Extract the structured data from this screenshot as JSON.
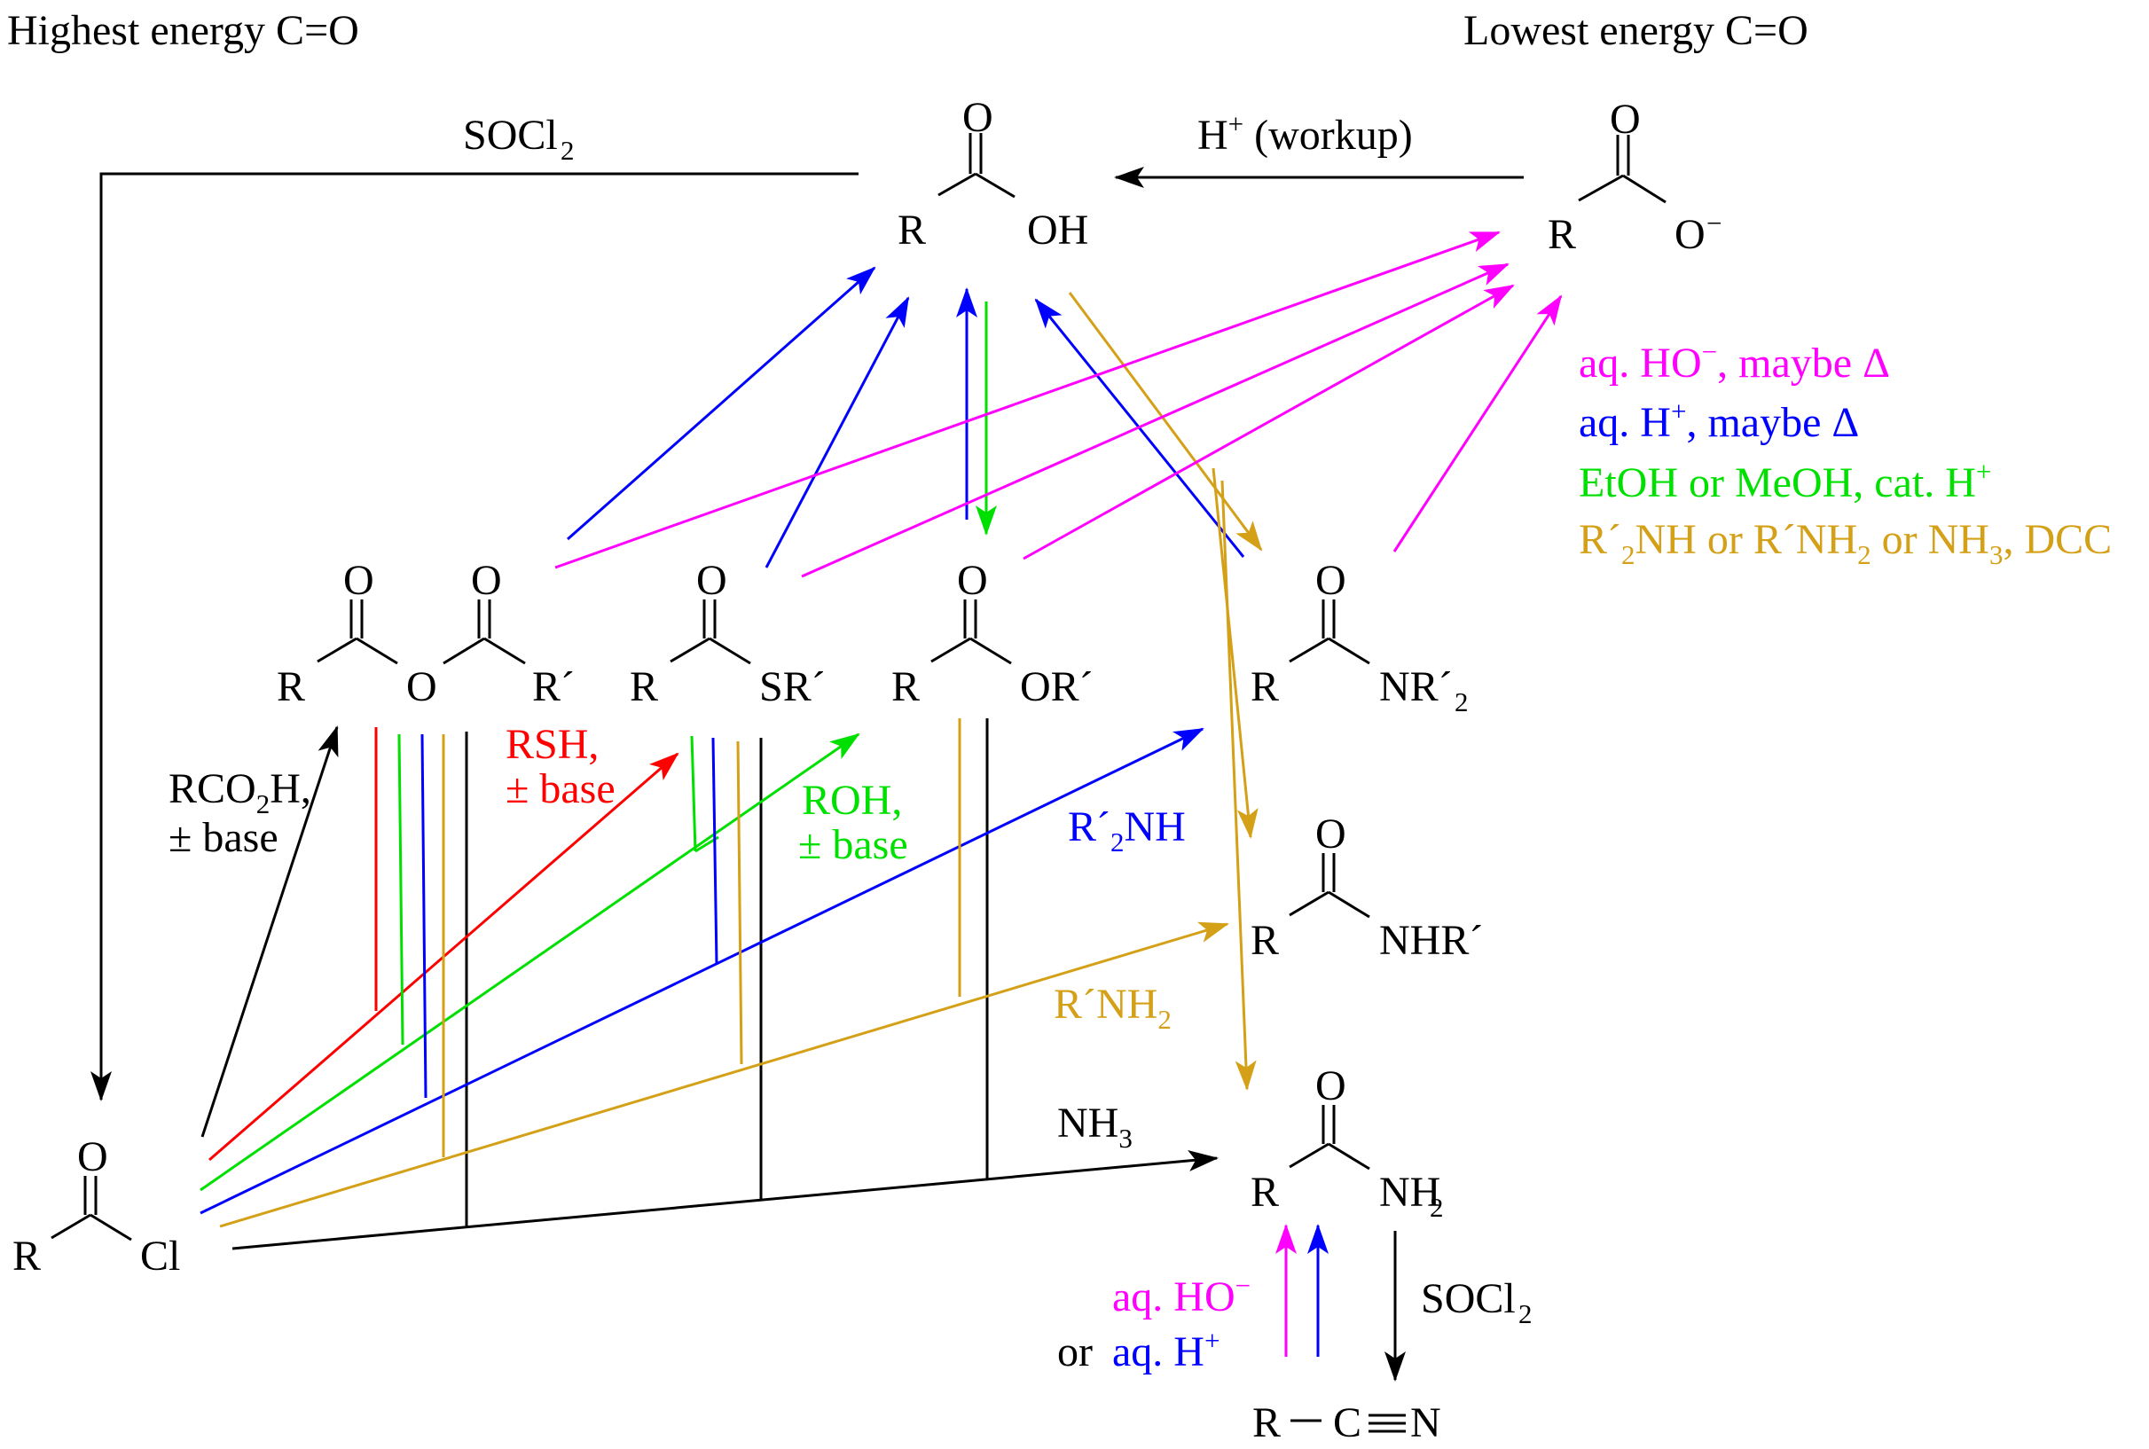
{
  "header": {
    "left": "Highest energy C=O",
    "right": "Lowest energy C=O"
  },
  "colors": {
    "black": "#000000",
    "magenta": "#ff00ff",
    "blue": "#0000ff",
    "green": "#00e000",
    "gold": "#d4a017",
    "red": "#ff0000"
  },
  "atoms": {
    "O": "O",
    "R": "R",
    "OH": "OH",
    "O_minus": "O",
    "minus": "−",
    "Cl": "Cl",
    "ester_O": "O",
    "anhydride_Rp": "R´",
    "thio_SR": "SR´",
    "ester_OR": "OR´",
    "amide_N": "NR´",
    "sub2": "2",
    "amide2_N": "NHR´",
    "amide1_N": "NH",
    "nitrile_R": "R",
    "nitrile_C": "C",
    "nitrile_N": "N"
  },
  "reagents": {
    "socl2_top": "SOCl",
    "socl2_top_sub": "2",
    "workup_h": "H",
    "workup_plus": "+",
    "workup_text": " (workup)",
    "rco2h_1": "RCO",
    "rco2h_sub": "2",
    "rco2h_2": "H,",
    "rco2h_base": "± base",
    "rsh": "RSH,",
    "rsh_base": "± base",
    "roh": "ROH,",
    "roh_base": "± base",
    "r2nh_1": "R´",
    "r2nh_sub": "2",
    "r2nh_2": "NH",
    "rnh2_1": "R´NH",
    "rnh2_sub": "2",
    "nh3_1": "NH",
    "nh3_sub": "3",
    "socl2_bottom": "SOCl",
    "socl2_bottom_sub": "2",
    "aq_ho": "aq. HO",
    "aq_ho_minus": "−",
    "or": "or",
    "aq_h": "aq. H",
    "aq_h_plus": "+"
  },
  "legend": {
    "magenta_1": "aq. HO",
    "magenta_minus": "−",
    "magenta_2": ", maybe Δ",
    "blue_1": "aq. H",
    "blue_plus": "+",
    "blue_2": ", maybe Δ",
    "green_1": "EtOH or MeOH, cat. H",
    "green_plus": "+",
    "gold_1": "R´",
    "gold_sub1": "2",
    "gold_2": "NH or R´NH",
    "gold_sub2": "2",
    "gold_3": " or NH",
    "gold_sub3": "3",
    "gold_4": ", DCC"
  }
}
